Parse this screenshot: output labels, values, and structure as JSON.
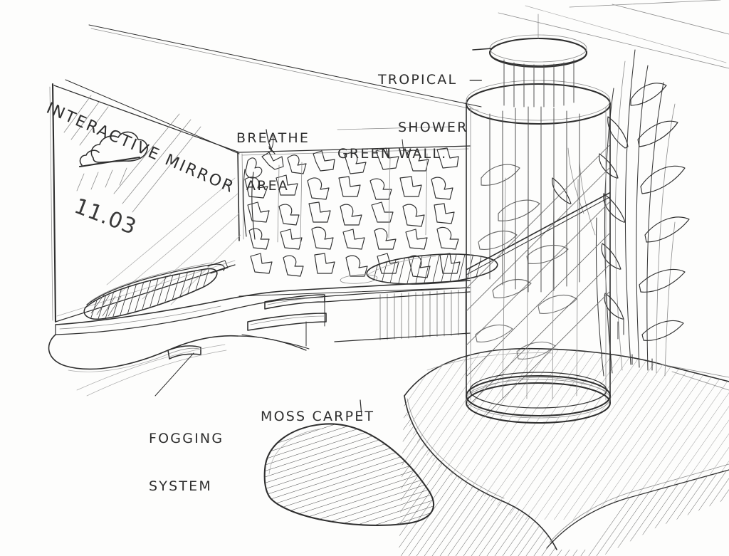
{
  "artwork": {
    "kind": "hand-drawn-concept-sketch",
    "subject": "Biophilic spa bathroom interior perspective",
    "medium": "graphite pencil on white paper",
    "ink_color": "#2e2e2e",
    "paper_color": "#fdfdfc"
  },
  "annotations": [
    {
      "id": "interactive-mirror",
      "lines": [
        "INTERACTIVE MIRROR"
      ],
      "leader": "diagonal line running down-right to mirror panel"
    },
    {
      "id": "breathe-area",
      "lines": [
        "BREATHE",
        "AREA"
      ],
      "leader": "short hook down to green wall top edge"
    },
    {
      "id": "green-wall",
      "lines": [
        "GREEN WALL."
      ],
      "leader": "underline beneath text"
    },
    {
      "id": "tropical-shower",
      "lines": [
        "TROPICAL  —",
        "SHOWER"
      ],
      "leader": "dash pointing right to shower head disc"
    },
    {
      "id": "fogging-system",
      "lines": [
        "FOGGING",
        "SYSTEM"
      ],
      "leader": "diagonal line up-right to counter nozzle"
    },
    {
      "id": "moss-carpet",
      "lines": [
        "MOSS CARPET"
      ],
      "leader": "short tick down to hatched organic mat"
    }
  ],
  "mirror_display": {
    "time_value": "11.03",
    "weather_icon": "cloud-with-rain-icon"
  },
  "elements": [
    {
      "id": "interactive-mirror-panel",
      "label": "Interactive mirror"
    },
    {
      "id": "green-wall-surface",
      "label": "Green wall"
    },
    {
      "id": "breathe-area-zone",
      "label": "Breathe area"
    },
    {
      "id": "tropical-shower-head",
      "label": "Tropical shower"
    },
    {
      "id": "glass-shower-cylinder",
      "label": "Glass shower cylinder"
    },
    {
      "id": "shower-base-platform",
      "label": "Shower base platform"
    },
    {
      "id": "vanity-counter",
      "label": "Vanity counter"
    },
    {
      "id": "basin-left",
      "label": "Left trough basin"
    },
    {
      "id": "basin-right",
      "label": "Right oval basin"
    },
    {
      "id": "shelf-upper",
      "label": "Upper shelf"
    },
    {
      "id": "shelf-lower",
      "label": "Lower shelf"
    },
    {
      "id": "fogging-nozzle",
      "label": "Fogging nozzle"
    },
    {
      "id": "moss-carpet-mat",
      "label": "Moss carpet"
    },
    {
      "id": "planting-reeds",
      "label": "Tall reed planting"
    },
    {
      "id": "floor-podium",
      "label": "Curved floor podium"
    }
  ]
}
